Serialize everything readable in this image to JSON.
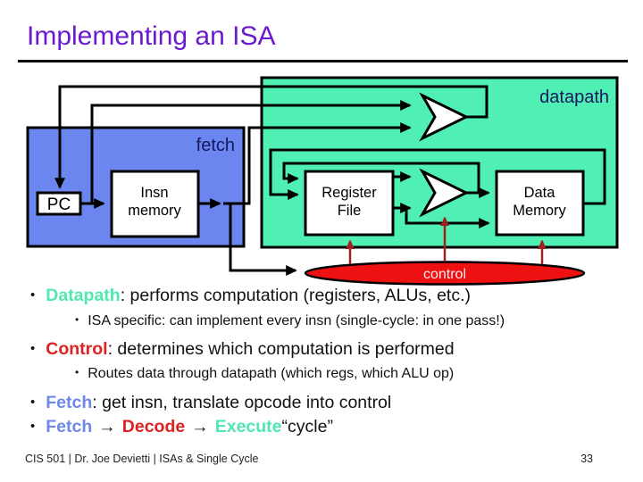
{
  "title": "Implementing an ISA",
  "diagram": {
    "datapath_label": "datapath",
    "fetch_label": "fetch",
    "pc_label": "PC",
    "insn_memory": {
      "line1": "Insn",
      "line2": "memory"
    },
    "register_file": {
      "line1": "Register",
      "line2": "File"
    },
    "data_memory": {
      "line1": "Data",
      "line2": "Memory"
    },
    "control_label": "control",
    "colors": {
      "fetch_bg": "#6c86f0",
      "datapath_bg": "#50f0b4",
      "control_fill": "#ee1111",
      "control_arrow": "#a02020",
      "box_label_navy": "#17175e"
    }
  },
  "bullets": {
    "dot": "•",
    "b1": {
      "term": "Datapath",
      "rest": ": performs computation (registers, ALUs, etc.)"
    },
    "b1_sub": "ISA specific: can implement every insn (single-cycle: in one pass!)",
    "b2": {
      "term": "Control",
      "rest": ": determines which computation is performed"
    },
    "b2_sub": "Routes data through datapath (which regs, which ALU op)",
    "b3": {
      "term": "Fetch",
      "rest": ": get insn, translate opcode into control"
    },
    "b4": {
      "t1": "Fetch",
      "a1": "→",
      "t2": "Decode",
      "a2": "→",
      "t3": "Execute",
      "rest": "“cycle”"
    }
  },
  "footer": {
    "left": "CIS 501  |  Dr. Joe Devietti  |  ISAs & Single Cycle",
    "page": "33"
  }
}
